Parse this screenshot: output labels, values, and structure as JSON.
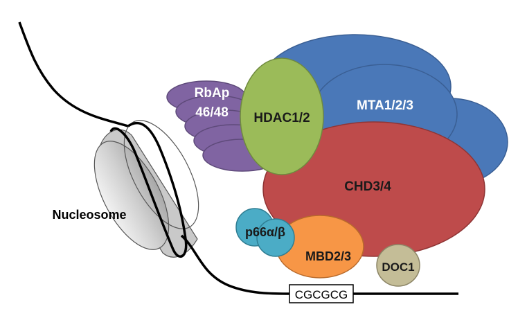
{
  "diagram": {
    "nucleosome_label": "Nucleosome",
    "dna_motif": "CGCGCG",
    "proteins": {
      "rbap_line1": "RbAp",
      "rbap_line2": "46/48",
      "hdac": "HDAC1/2",
      "mta": "MTA1/2/3",
      "chd": "CHD3/4",
      "p66": "p66α/β",
      "mbd": "MBD2/3",
      "doc1": "DOC1"
    },
    "colors": {
      "mta": "#4A78B8",
      "chd": "#BE4B4B",
      "hdac": "#9BBB59",
      "rbap": "#8064A2",
      "p66": "#4BACC6",
      "mbd": "#F79646",
      "doc1": "#C4BD97",
      "nucleosome": "#D9D9D9"
    }
  }
}
